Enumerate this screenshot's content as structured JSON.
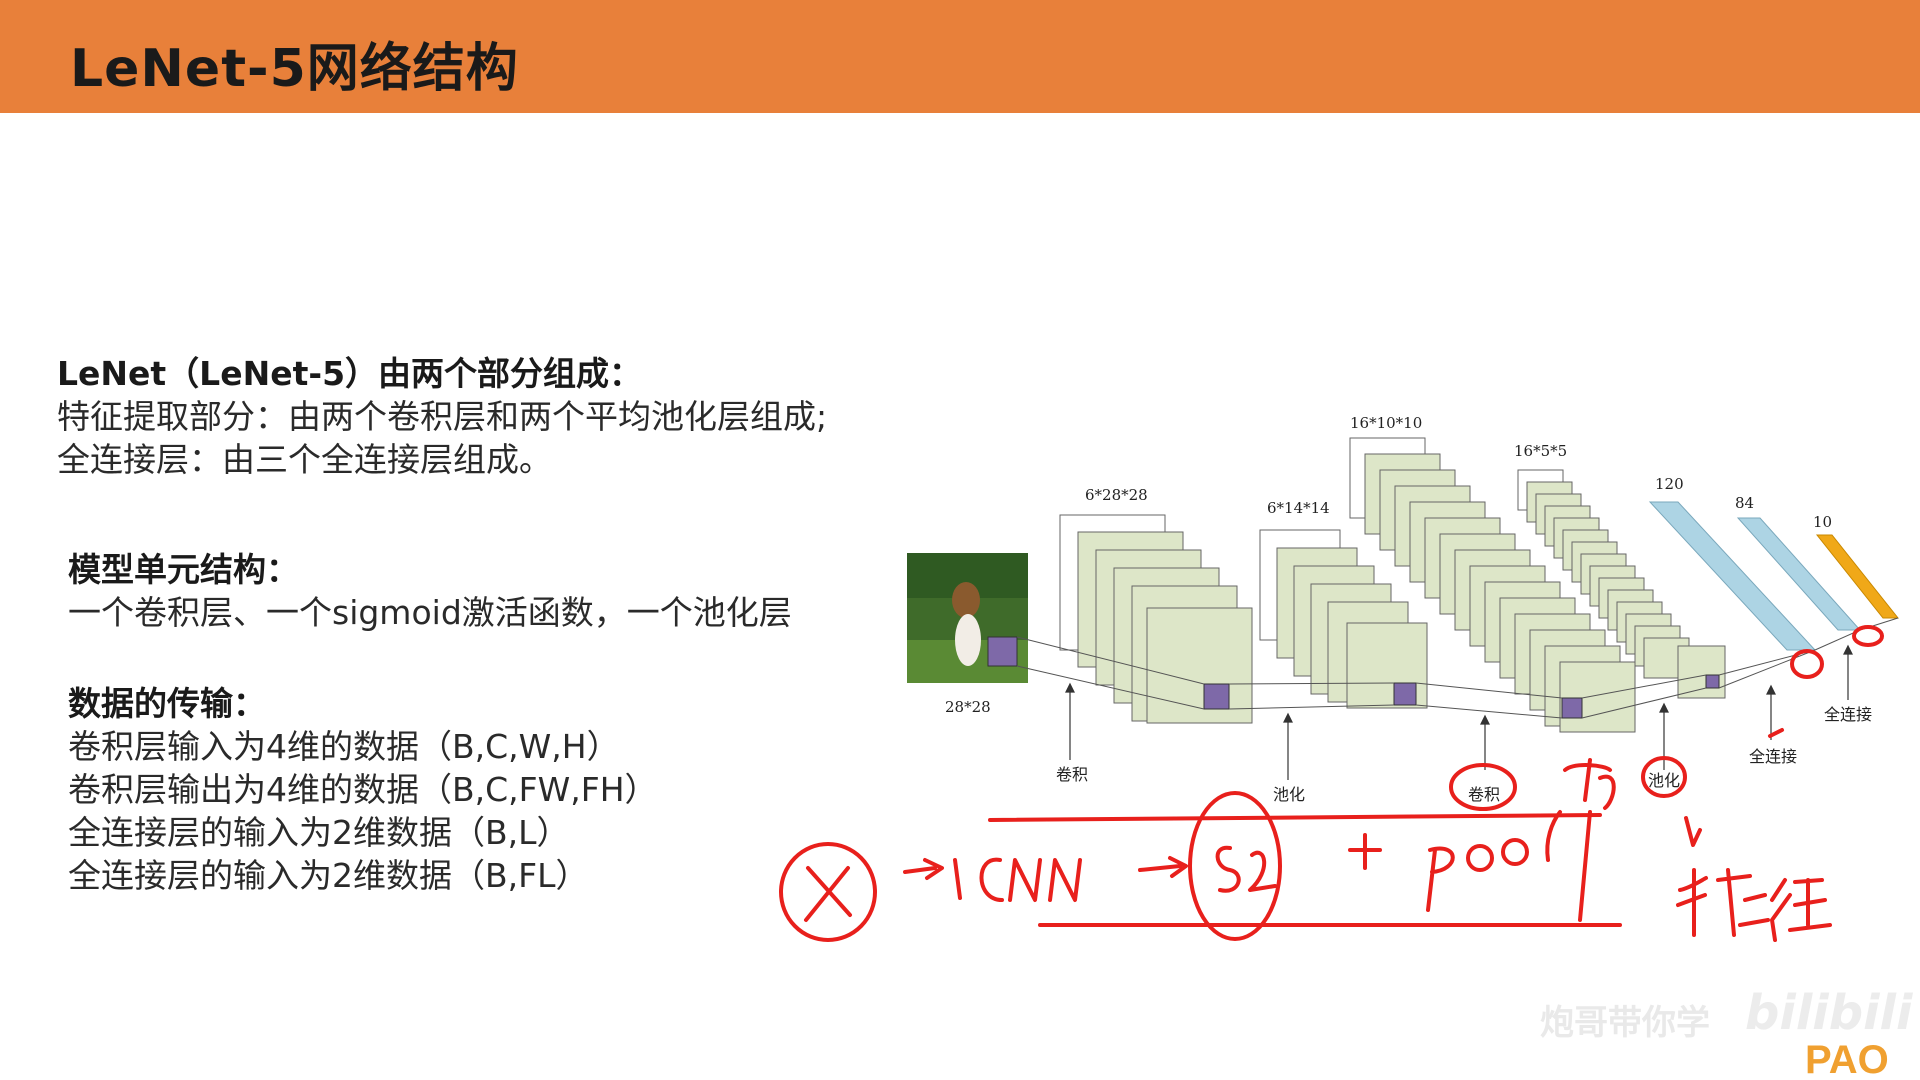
{
  "slide": {
    "title": "LeNet-5网络结构"
  },
  "section1": {
    "heading": "LeNet（LeNet-5）由两个部分组成：",
    "lines": [
      "特征提取部分：由两个卷积层和两个平均池化层组成;",
      "全连接层：由三个全连接层组成。"
    ]
  },
  "section2": {
    "heading": "模型单元结构：",
    "lines": [
      "一个卷积层、一个sigmoid激活函数，一个池化层"
    ]
  },
  "section3": {
    "heading": "数据的传输：",
    "lines": [
      "卷积层输入为4维的数据（B,C,W,H）",
      "卷积层输出为4维的数据（B,C,FW,FH）",
      "全连接层的输入为2维数据（B,L）",
      "全连接层的输入为2维数据（B,FL）"
    ]
  },
  "diagram": {
    "input_label": "28*28",
    "c1_label": "6*28*28",
    "s2_label": "6*14*14",
    "c3_label": "16*10*10",
    "s4_label": "16*5*5",
    "f5_label": "120",
    "f6_label": "84",
    "out_label": "10",
    "op_labels": [
      "卷积",
      "池化",
      "卷积",
      "池化",
      "全连接",
      "全连接"
    ],
    "colors": {
      "map_fill": "#dde6c8",
      "kernel": "#7e69a8",
      "fc_blue": "#add4e4",
      "fc_orange": "#f0a818"
    }
  },
  "annotations": {
    "handwritten": [
      "X",
      "CNN",
      "s2",
      "+",
      "pool",
      "特征"
    ],
    "color": "#e8201c"
  },
  "watermark": {
    "text": "炮哥带你学",
    "brand": "bilibili",
    "logo": "PAO"
  }
}
